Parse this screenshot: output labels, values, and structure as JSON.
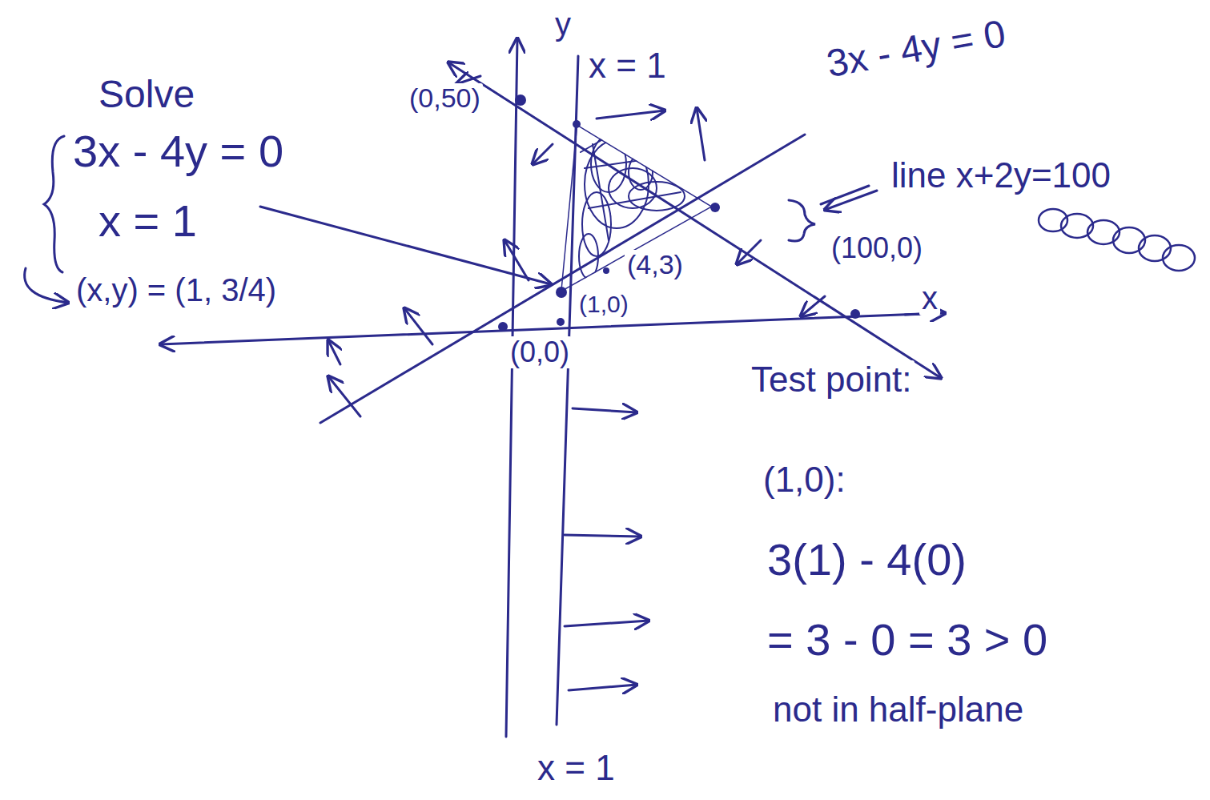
{
  "diagram": {
    "labels": [
      "Solve",
      "3x - 4y = 0",
      "x = 1",
      "(x,y) = (1, 3/4)",
      "y",
      "x = 1",
      "(0,50)",
      "3x - 4y = 0",
      "line x+2y=100",
      "(4,3)",
      "(1,0)",
      "(100,0)",
      "x",
      "(0,0)",
      "Test point:",
      "(1,0):",
      "3(1) - 4(0)",
      "= 3 - 0 = 3 > 0",
      "not in half-plane",
      "x = 1"
    ]
  }
}
